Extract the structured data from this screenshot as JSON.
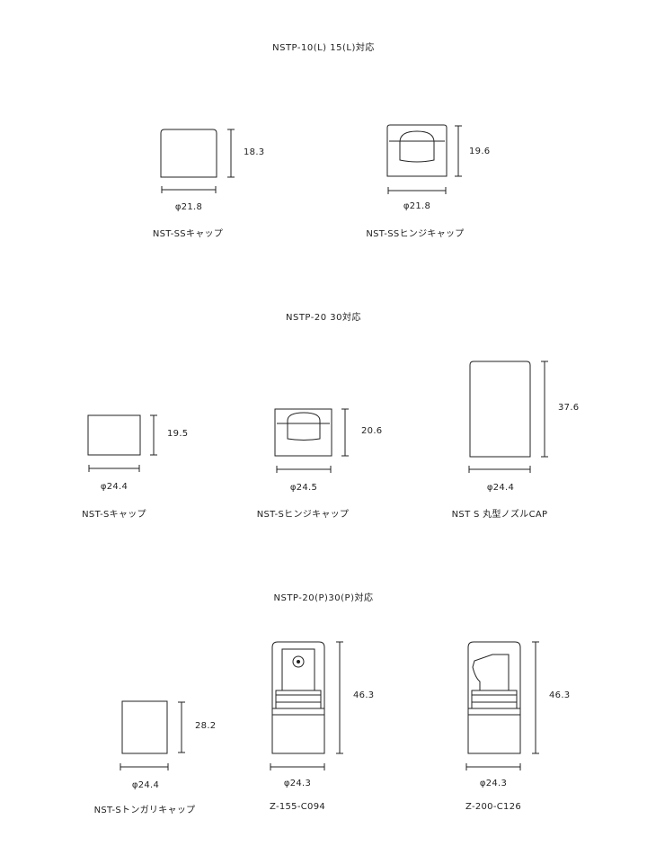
{
  "sections": [
    {
      "title": "NSTP-10(L) 15(L)対応",
      "items": [
        {
          "name": "NST-SSキャップ",
          "height": "18.3",
          "diameter": "φ21.8"
        },
        {
          "name": "NST-SSヒンジキャップ",
          "height": "19.6",
          "diameter": "φ21.8"
        }
      ]
    },
    {
      "title": "NSTP-20 30対応",
      "items": [
        {
          "name": "NST-Sキャップ",
          "height": "19.5",
          "diameter": "φ24.4"
        },
        {
          "name": "NST-Sヒンジキャップ",
          "height": "20.6",
          "diameter": "φ24.5"
        },
        {
          "name": "NST S 丸型ノズルCAP",
          "height": "37.6",
          "diameter": "φ24.4"
        }
      ]
    },
    {
      "title": "NSTP-20(P)30(P)対応",
      "items": [
        {
          "name": "NST-Sトンガリキャップ",
          "height": "28.2",
          "diameter": "φ24.4"
        },
        {
          "name": "Z-155-C094",
          "height": "46.3",
          "diameter": "φ24.3"
        },
        {
          "name": "Z-200-C126",
          "height": "46.3",
          "diameter": "φ24.3"
        }
      ]
    }
  ]
}
